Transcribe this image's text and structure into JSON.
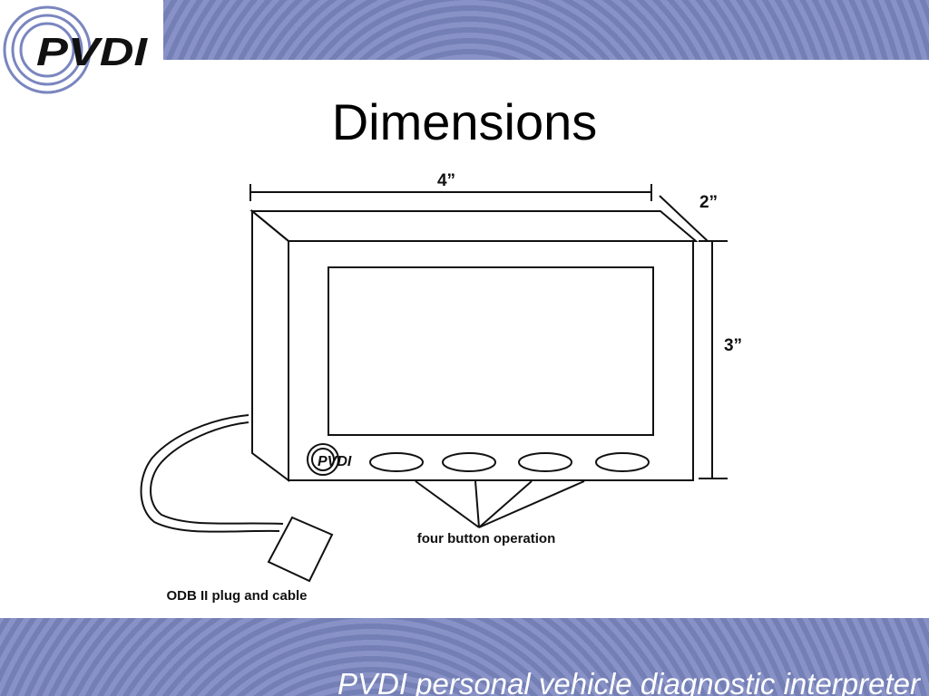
{
  "slide": {
    "title": "Dimensions",
    "footer": "PVDI personal vehicle diagnostic interpreter"
  },
  "logo": {
    "text": "PVDI"
  },
  "diagram": {
    "width_label": "4”",
    "depth_label": "2”",
    "height_label": "3”",
    "device_logo_text": "PVDI",
    "buttons_label": "four button operation",
    "plug_label": "ODB II plug and cable"
  },
  "colors": {
    "band": "#7a86bf",
    "logo_ring": "#7a86bf",
    "text": "#000000",
    "footer_text": "#ffffff"
  }
}
